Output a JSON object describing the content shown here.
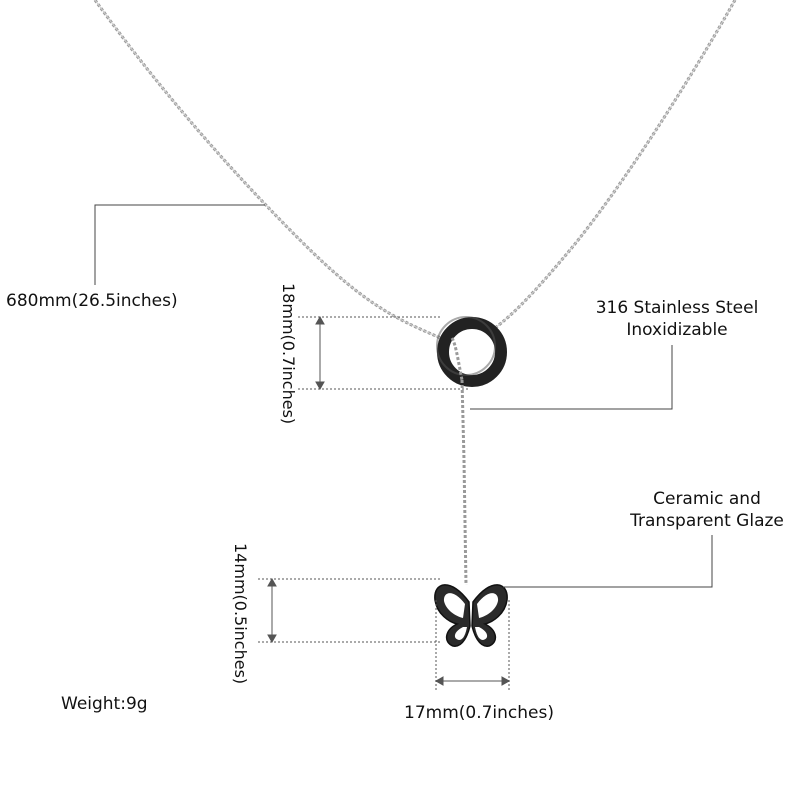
{
  "annotations": {
    "length": "680mm(26.5inches)",
    "ring_size": "18mm(0.7inches)",
    "material_top_line1": "316 Stainless Steel",
    "material_top_line2": "Inoxidizable",
    "material_bottom_line1": "Ceramic and",
    "material_bottom_line2": "Transparent Glaze",
    "butterfly_height": "14mm(0.5inches)",
    "butterfly_width": "17mm(0.7inches)",
    "weight": "Weight:9g"
  },
  "colors": {
    "background": "#ffffff",
    "chain": "#8a8a8a",
    "ceramic": "#2a2a2a",
    "guide_line": "#444444"
  }
}
